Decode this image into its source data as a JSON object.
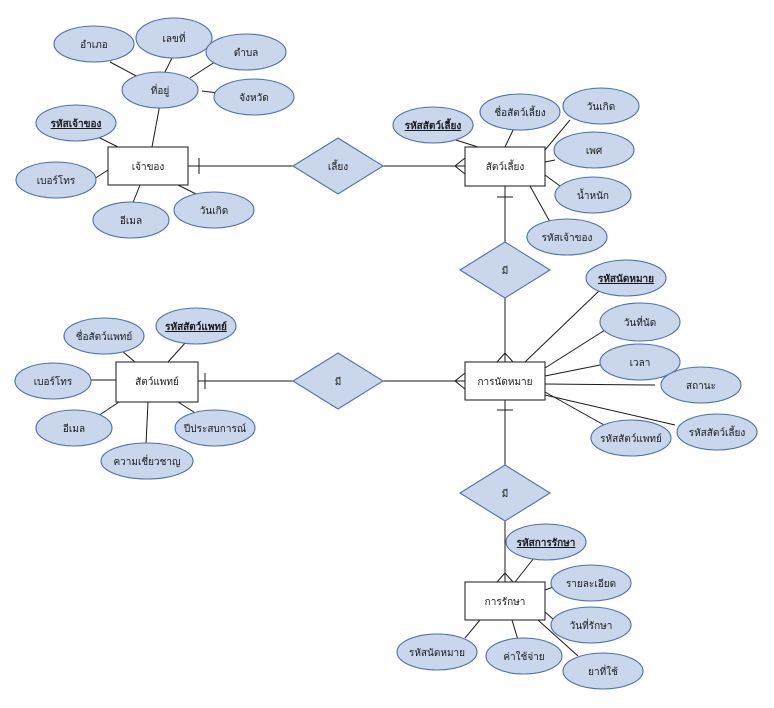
{
  "entities": {
    "owner": "เจ้าของ",
    "pet": "สัตว์เลี้ยง",
    "vet": "สัตว์แพทย์",
    "appointment": "การนัดหมาย",
    "treatment": "การรักษา"
  },
  "relationships": {
    "owner_pet": "เลี้ยง",
    "pet_appointment": "มี",
    "vet_appointment": "มี",
    "appointment_treatment": "มี"
  },
  "attributes": {
    "owner": {
      "id": "รหัสเจ้าของ",
      "address": "ที่อยู่",
      "phone": "เบอร์โทร",
      "email": "อีเมล",
      "birthdate": "วันเกิด"
    },
    "address": {
      "district": "อำเภอ",
      "house_no": "เลขที่",
      "subdistrict": "ตำบล",
      "province": "จังหวัด"
    },
    "pet": {
      "id": "รหัสสัตว์เลี้ยง",
      "name": "ชื่อสัตว์เลี้ยง",
      "birthdate": "วันเกิด",
      "sex": "เพศ",
      "weight": "น้ำหนัก",
      "owner_id": "รหัสเจ้าของ"
    },
    "vet": {
      "id": "รหัสสัตว์แพทย์",
      "name": "ชื่อสัตว์แพทย์",
      "phone": "เบอร์โทร",
      "email": "อีเมล",
      "expertise": "ความเชี่ยวชาญ",
      "experience": "ปีประสบการณ์"
    },
    "appointment": {
      "id": "รหัสนัดหมาย",
      "date": "วันที่นัด",
      "time": "เวลา",
      "status": "สถานะ",
      "vet_id": "รหัสสัตว์แพทย์",
      "pet_id": "รหัสสัตว์เลี้ยง"
    },
    "treatment": {
      "id": "รหัสการรักษา",
      "detail": "รายละเอียด",
      "date": "วันที่รักษา",
      "appointment_id": "รหัสนัดหมาย",
      "cost": "ค่าใช้จ่าย",
      "medicine": "ยาที่ใช้"
    }
  }
}
